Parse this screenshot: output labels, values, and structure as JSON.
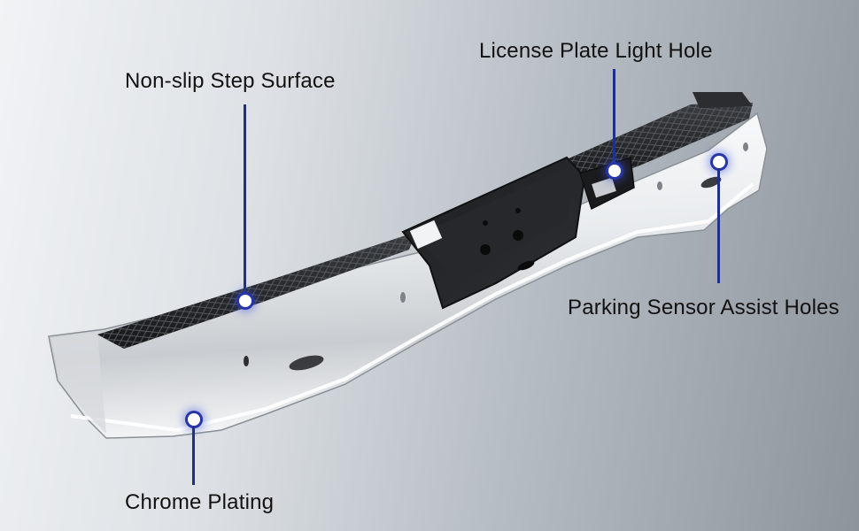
{
  "callouts": {
    "step_surface": "Non-slip Step Surface",
    "license_plate": "License Plate Light Hole",
    "parking_sensor": "Parking Sensor Assist Holes",
    "chrome": "Chrome Plating"
  },
  "colors": {
    "leader_line": "#1f2f8a",
    "marker_glow": "#2636a8",
    "label_text": "#111111"
  }
}
